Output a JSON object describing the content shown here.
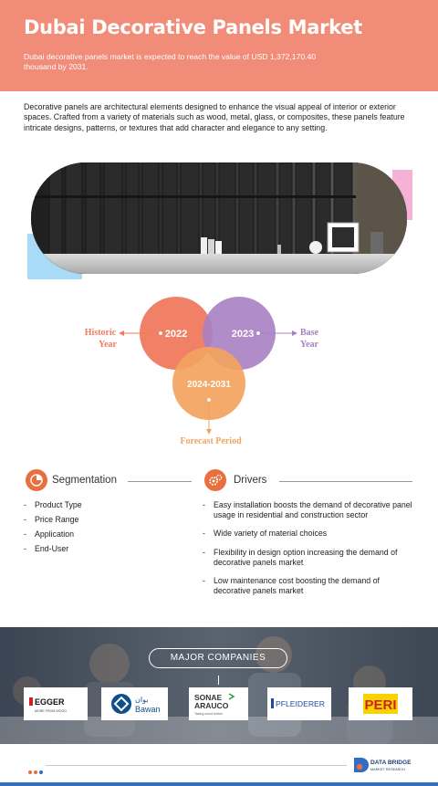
{
  "header": {
    "title": "Dubai Decorative Panels Market",
    "subtitle": "Dubai decorative panels market is expected to reach the value of USD 1,372,170.40 thousand by 2031."
  },
  "intro": "Decorative panels are architectural elements designed to enhance the visual appeal of interior or exterior spaces. Crafted from a variety of materials such as wood, metal, glass, or composites, these panels feature intricate designs, patterns, or textures that add character and elegance to any setting.",
  "timeline": {
    "historic": {
      "year": "2022",
      "label_line1": "Historic",
      "label_line2": "Year",
      "color": "#f07a5e"
    },
    "base": {
      "year": "2023",
      "label_line1": "Base",
      "label_line2": "Year",
      "color": "#a77fc2"
    },
    "forecast": {
      "year": "2024-2031",
      "label": "Forecast Period",
      "color": "#f3a35e"
    }
  },
  "segmentation": {
    "title": "Segmentation",
    "icon": "pie-chart-icon",
    "items": [
      "Product Type",
      "Price Range",
      "Application",
      "End-User"
    ]
  },
  "drivers": {
    "title": "Drivers",
    "icon": "gears-icon",
    "items": [
      "Easy installation boosts the demand of decorative panel usage in residential and construction sector",
      "Wide variety of material choices",
      "Flexibility in design option increasing the demand of decorative panels market",
      "Low maintenance cost boosting the demand of decorative panels market"
    ]
  },
  "companies": {
    "title": "MAJOR COMPANIES",
    "logos": [
      {
        "name": "EGGER",
        "tagline": "MORE FROM WOOD"
      },
      {
        "name": "Bawan",
        "arabic": "بوان"
      },
      {
        "name": "SONAE ARAUCO",
        "line1": "SONAE",
        "line2": "ARAUCO",
        "tagline": "Taking wood further"
      },
      {
        "name": "PFLEIDERER"
      },
      {
        "name": "PERI"
      }
    ]
  },
  "footer": {
    "brand_line1": "DATA BRIDGE",
    "brand_line2": "MARKET RESEARCH"
  },
  "colors": {
    "header": "#f08c78",
    "accent_orange": "#e8703f",
    "footer_bar": "#2f6ec2"
  }
}
